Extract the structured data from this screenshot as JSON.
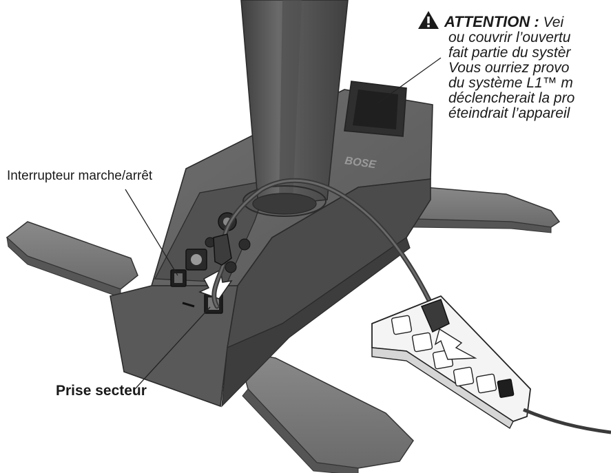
{
  "callouts": {
    "power_switch": "Interrupteur marche/arrêt",
    "ac_outlet": "Prise secteur"
  },
  "attention": {
    "heading": "ATTENTION :",
    "lines": [
      "Vei",
      "ou couvrir l’ouvertu",
      "fait partie du systèr",
      "Vous ourriez provo",
      "du système L1™ m",
      "déclencherait la pro",
      "éteindrait l’appareil"
    ]
  },
  "product": {
    "brand_mark": "BOSE"
  },
  "colors": {
    "body_dark": "#4a4a4a",
    "body_mid": "#6b6b6b",
    "body_light": "#8a8a8a",
    "feet": "#777777",
    "strip": "#f4f4f4",
    "line": "#222222"
  }
}
